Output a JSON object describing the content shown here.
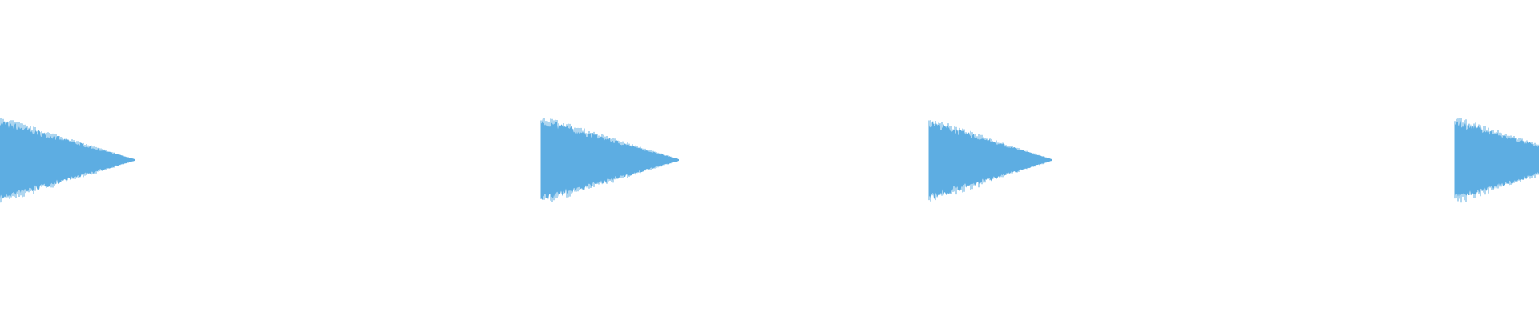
{
  "waveform": {
    "color": "#5dade2",
    "background": "#ffffff",
    "clips": [
      {
        "peak": 0.97,
        "decay_to": 0.02
      },
      {
        "peak": 1.0,
        "decay_to": 0.02
      },
      {
        "peak": 0.95,
        "decay_to": 0.02
      },
      {
        "peak": 0.97,
        "decay_to": 0.35
      }
    ]
  }
}
